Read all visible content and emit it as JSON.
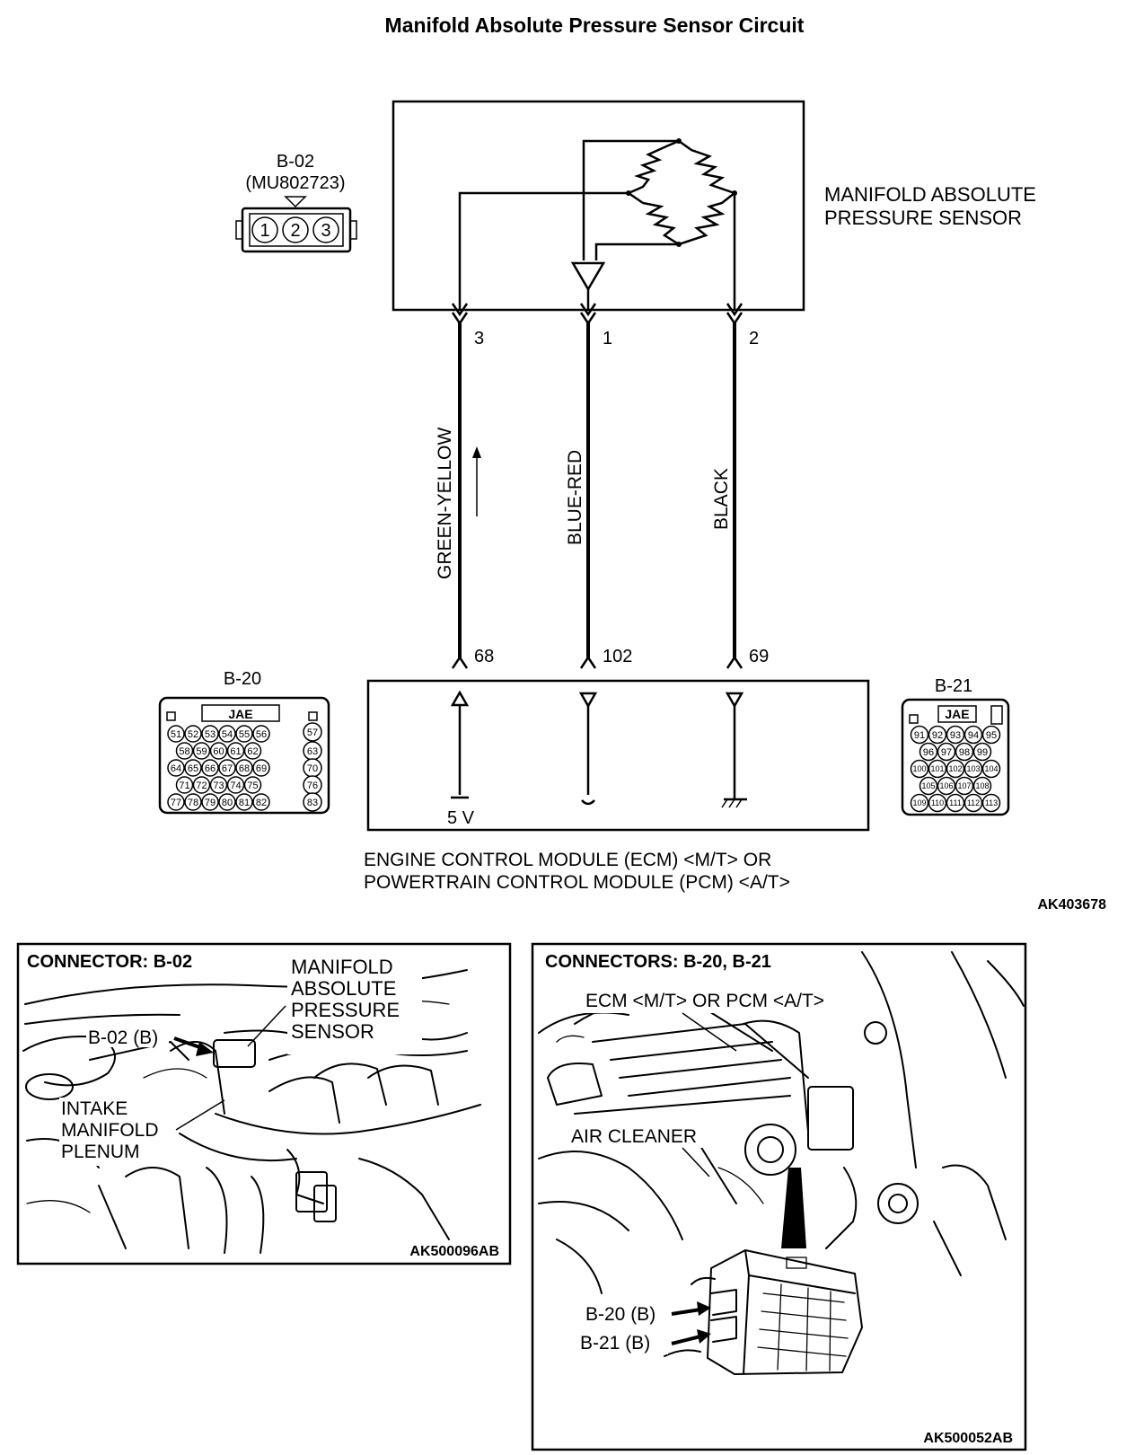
{
  "title": "Manifold Absolute Pressure Sensor Circuit",
  "sensor": {
    "label_line1": "MANIFOLD ABSOLUTE",
    "label_line2": "PRESSURE SENSOR",
    "connector_id": "B-02",
    "part_number": "(MU802723)",
    "pins": [
      "1",
      "2",
      "3"
    ]
  },
  "wires": [
    {
      "sensor_pin": "3",
      "color": "GREEN-YELLOW",
      "ecm_pin": "68"
    },
    {
      "sensor_pin": "1",
      "color": "BLUE-RED",
      "ecm_pin": "102"
    },
    {
      "sensor_pin": "2",
      "color": "BLACK",
      "ecm_pin": "69"
    }
  ],
  "ecm": {
    "supply_label": "5 V",
    "label_line1": "ENGINE CONTROL MODULE (ECM) <M/T> OR",
    "label_line2": "POWERTRAIN CONTROL MODULE (PCM) <A/T>"
  },
  "connector_b20": {
    "id": "B-20",
    "brand": "JAE",
    "rows": [
      [
        "51",
        "52",
        "53",
        "54",
        "55",
        "56"
      ],
      [
        "58",
        "59",
        "60",
        "61",
        "62"
      ],
      [
        "64",
        "65",
        "66",
        "67",
        "68",
        "69"
      ],
      [
        "71",
        "72",
        "73",
        "74",
        "75"
      ],
      [
        "77",
        "78",
        "79",
        "80",
        "81",
        "82"
      ]
    ],
    "side": [
      "57",
      "63",
      "70",
      "76",
      "83"
    ]
  },
  "connector_b21": {
    "id": "B-21",
    "brand": "JAE",
    "rows": [
      [
        "91",
        "92",
        "93",
        "94",
        "95"
      ],
      [
        "96",
        "97",
        "98",
        "99"
      ],
      [
        "100",
        "101",
        "102",
        "103",
        "104"
      ],
      [
        "105",
        "106",
        "107",
        "108"
      ],
      [
        "109",
        "110",
        "111",
        "112",
        "113"
      ]
    ]
  },
  "figure_id_main": "AK403678",
  "panel_b02": {
    "title": "CONNECTOR: B-02",
    "label_sensor": [
      "MANIFOLD",
      "ABSOLUTE",
      "PRESSURE",
      "SENSOR"
    ],
    "label_connector": "B-02 (B)",
    "label_plenum": [
      "INTAKE",
      "MANIFOLD",
      "PLENUM"
    ],
    "figure_id": "AK500096AB"
  },
  "panel_b20_b21": {
    "title": "CONNECTORS: B-20, B-21",
    "label_ecm": "ECM <M/T> OR PCM <A/T>",
    "label_air": "AIR CLEANER",
    "label_b20": "B-20 (B)",
    "label_b21": "B-21 (B)",
    "figure_id": "AK500052AB"
  }
}
